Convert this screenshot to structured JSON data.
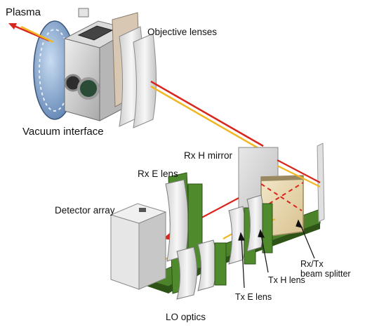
{
  "labels": {
    "plasma": "Plasma",
    "objective_lenses": "Objective lenses",
    "vacuum_interface": "Vacuum interface",
    "rx_h_mirror": "Rx H mirror",
    "rx_e_lens": "Rx E lens",
    "detector_array": "Detector array",
    "rx_tx_line1": "Rx/Tx",
    "rx_tx_line2": "beam splitter",
    "tx_h_lens": "Tx H lens",
    "tx_e_lens": "Tx E lens",
    "lo_optics": "LO optics"
  },
  "colors": {
    "rx_beam": "#d9261c",
    "tx_beam": "#f2b824",
    "board": "#4f8a2c",
    "board_dark": "#365f1d",
    "housing": "#c9c9c9",
    "lens": "#eaeaea",
    "beam_splitter": "#e9d8b0",
    "window": "#8fb0d8"
  }
}
